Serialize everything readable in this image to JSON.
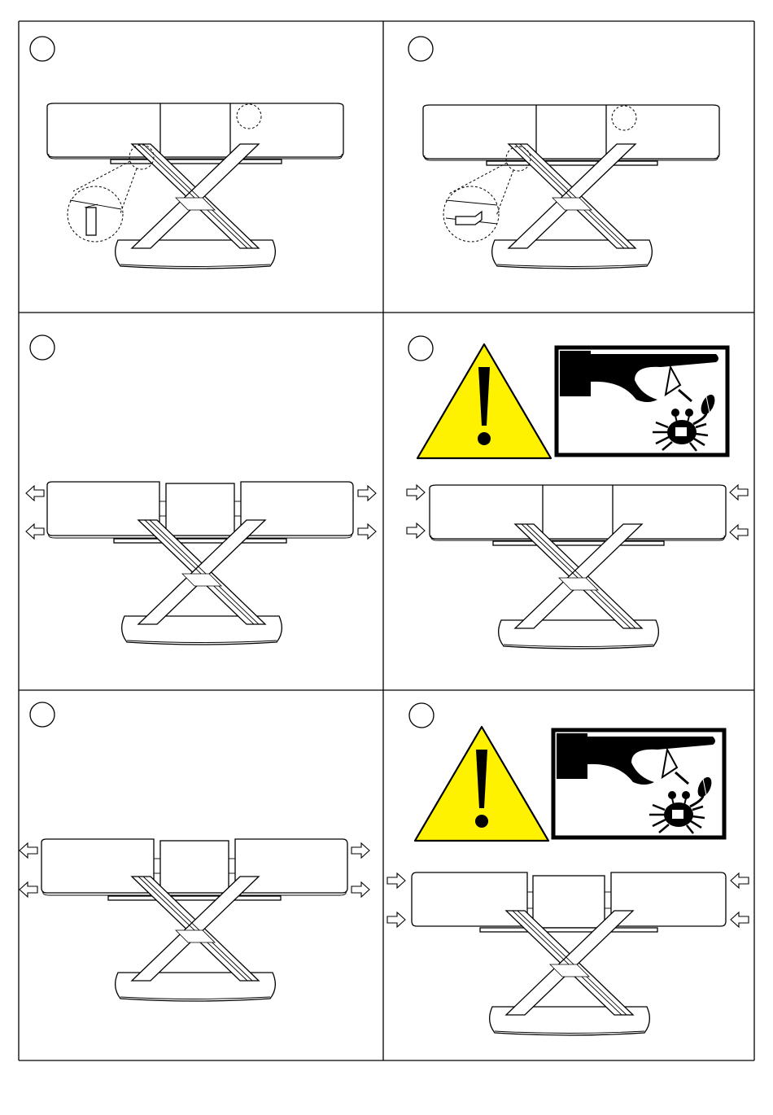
{
  "panels": [
    {
      "id": "p1",
      "step_marker": "",
      "content": "table-closed-latch-vertical"
    },
    {
      "id": "p2",
      "step_marker": "",
      "content": "table-closed-latch-horizontal"
    },
    {
      "id": "p3",
      "step_marker": "",
      "content": "table-pull-open",
      "arrows": "outward"
    },
    {
      "id": "p4",
      "step_marker": "",
      "content": "table-push-closed",
      "arrows": "inward",
      "warning": true
    },
    {
      "id": "p5",
      "step_marker": "",
      "content": "table-pull-open-extended",
      "arrows": "outward"
    },
    {
      "id": "p6",
      "step_marker": "",
      "content": "table-push-closed-extended",
      "arrows": "inward",
      "warning": true
    }
  ],
  "colors": {
    "warning_triangle": "#fff200",
    "outline": "#000000",
    "background": "#ffffff"
  },
  "icons": {
    "warning": "warning-triangle-icon",
    "pinch": "pinch-hazard-icon",
    "latch": "latch-detail-icon"
  }
}
